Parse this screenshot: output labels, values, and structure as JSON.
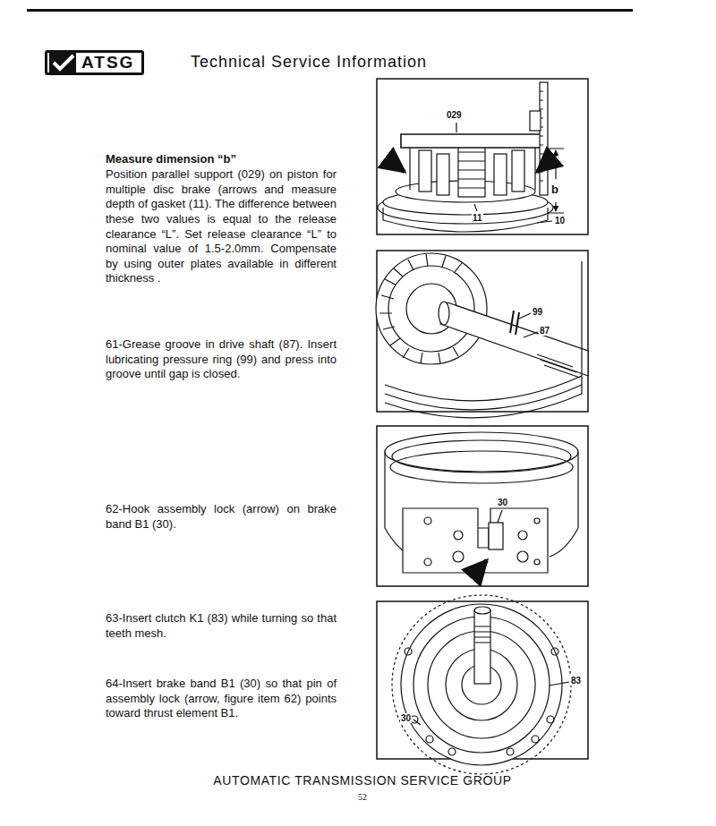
{
  "diagram": {
    "title": "Technical Service Information",
    "nodes": [
      {
        "text": [
          "ATSG"
        ]
      }
    ],
    "labels": [
      "Measure dimension “b”",
      "Position parallel support (029) on piston for multiple disc brake (arrows and measure depth of gasket (11). The difference between these two values is equal to the release clearance “L”. Set release clearance “L” to nominal value of 1.5-2.0mm. Compensate by using outer plates available in different thickness .",
      "029",
      "b",
      "11",
      "10",
      "61-Grease groove in drive shaft (87). Insert lubricating pressure ring (99) and press into groove until gap is closed.",
      "99",
      "87",
      "62-Hook assembly lock (arrow) on brake band B1 (30).",
      "30",
      "63-Insert clutch K1 (83) while turning so that teeth mesh.",
      "83",
      "64-Insert brake band B1 (30) so that pin of assembly lock (arrow, figure item 62) points toward thrust element B1.",
      "30",
      "AUTOMATIC TRANSMISSION SERVICE GROUP",
      "52"
    ]
  }
}
